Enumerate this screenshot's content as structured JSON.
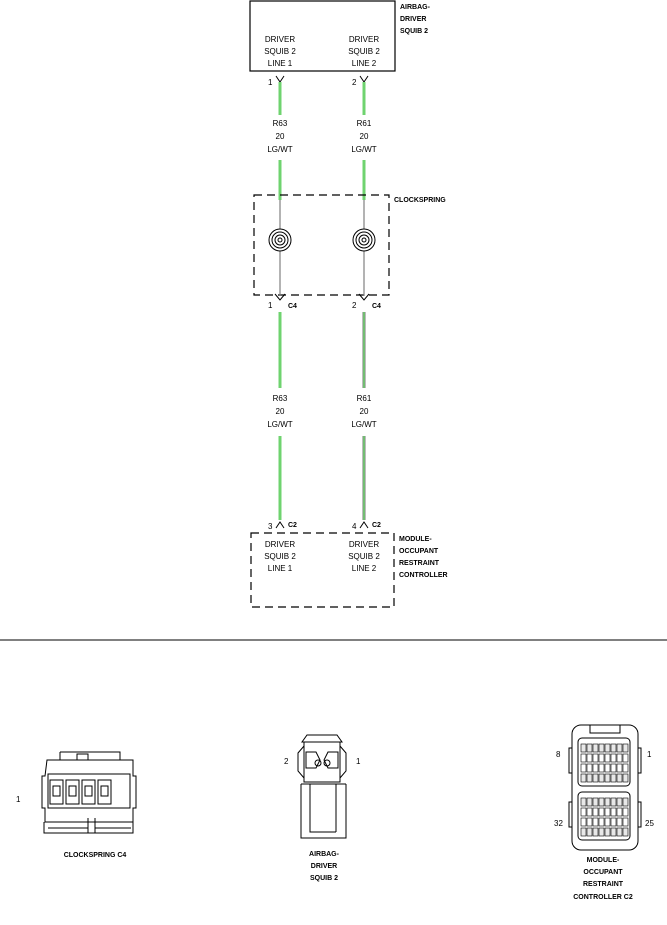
{
  "airbag_box": {
    "name_lines": [
      "AIRBAG-",
      "DRIVER",
      "SQUIB 2"
    ]
  },
  "pins_top": [
    {
      "lines": [
        "DRIVER",
        "SQUIB 2",
        "LINE 1"
      ],
      "pin": "1"
    },
    {
      "lines": [
        "DRIVER",
        "SQUIB 2",
        "LINE 2"
      ],
      "pin": "2"
    }
  ],
  "wires_upper": [
    {
      "circuit": "R63",
      "gauge": "20",
      "color": "LG/WT"
    },
    {
      "circuit": "R61",
      "gauge": "20",
      "color": "LG/WT"
    }
  ],
  "clockspring": {
    "label": "CLOCKSPRING",
    "pins": [
      {
        "pin": "1",
        "connector": "C4"
      },
      {
        "pin": "2",
        "connector": "C4"
      }
    ]
  },
  "wires_lower": [
    {
      "circuit": "R63",
      "gauge": "20",
      "color": "LG/WT"
    },
    {
      "circuit": "R61",
      "gauge": "20",
      "color": "LG/WT"
    }
  ],
  "orc_module": {
    "name_lines": [
      "MODULE-",
      "OCCUPANT",
      "RESTRAINT",
      "CONTROLLER"
    ],
    "pins": [
      {
        "pin": "3",
        "connector": "C2",
        "lines": [
          "DRIVER",
          "SQUIB 2",
          "LINE 1"
        ]
      },
      {
        "pin": "4",
        "connector": "C2",
        "lines": [
          "DRIVER",
          "SQUIB 2",
          "LINE 2"
        ]
      }
    ]
  },
  "connector_views": {
    "clockspring_c4": {
      "caption": "CLOCKSPRING C4",
      "pin_label": "1"
    },
    "airbag_squib2": {
      "caption_lines": [
        "AIRBAG-",
        "DRIVER",
        "SQUIB 2"
      ],
      "pin_left": "2",
      "pin_right": "1"
    },
    "orc_c2": {
      "caption_lines": [
        "MODULE-",
        "OCCUPANT",
        "RESTRAINT",
        "CONTROLLER C2"
      ],
      "pin_tl": "8",
      "pin_tr": "1",
      "pin_bl": "32",
      "pin_br": "25"
    }
  },
  "colors": {
    "wire_fill": "#6fd36f",
    "wire_edge": "#808080",
    "line": "#000000"
  }
}
